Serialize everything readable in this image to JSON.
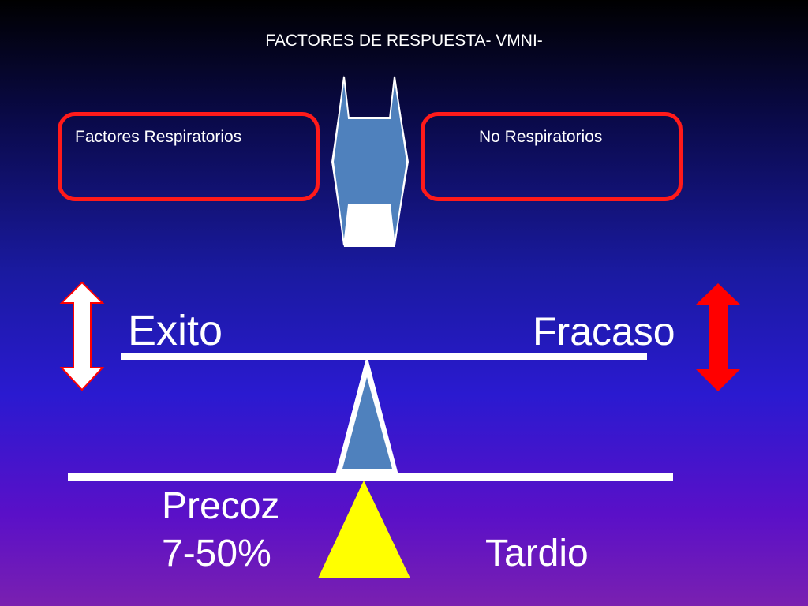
{
  "title": "FACTORES DE RESPUESTA- VMNI-",
  "left_box": {
    "label": "Factores Respiratorios"
  },
  "right_box": {
    "label": "No  Respiratorios"
  },
  "balance": {
    "left_label": "Exito",
    "right_label": "Fracaso"
  },
  "bottom": {
    "left_line1": "Precoz",
    "left_line2": "7-50%",
    "right_label": "Tardio"
  },
  "colors": {
    "box_border": "#ff1a1a",
    "shape_fill": "#4f81bd",
    "fulcrum": "#ffff00",
    "arrow_left": "#ffffff",
    "arrow_right": "#ff0000"
  }
}
